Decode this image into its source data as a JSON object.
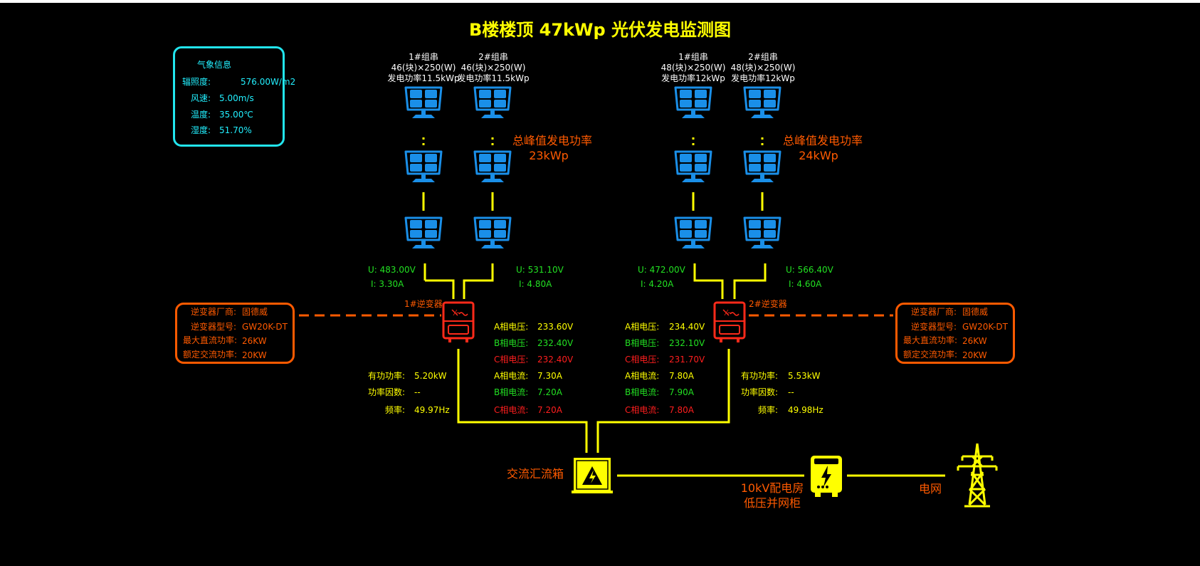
{
  "title": "B楼楼顶 47kWp 光伏发电监测图",
  "colors": {
    "background": "#000000",
    "title": "#ffff00",
    "line": "#ffff00",
    "panel": "#1a8fe8",
    "inverter": "#ff2a1a",
    "orange": "#ff5a00",
    "cyan": "#22f0ff",
    "green": "#22e022",
    "red": "#ff1e1e"
  },
  "weather": {
    "heading": "气象信息",
    "irradiance_label": "辐照度:",
    "irradiance_value": "576.00W/m2",
    "wind_label": "风速:",
    "wind_value": "5.00m/s",
    "temp_label": "温度:",
    "temp_value": "35.00℃",
    "humidity_label": "湿度:",
    "humidity_value": "51.70%"
  },
  "left_group": {
    "string1": {
      "name": "1#组串",
      "spec": "46(块)×250(W)",
      "power": "发电功率11.5kWp"
    },
    "string2": {
      "name": "2#组串",
      "spec": "46(块)×250(W)",
      "power": "发电功率11.5kWp"
    },
    "peak_label": "总峰值发电功率",
    "peak_value": "23kWp",
    "u1": "U: 483.00V",
    "i1": "I:  3.30A",
    "u2": "U: 531.10V",
    "i2": "I:  4.80A",
    "inverter_name": "1#逆变器",
    "info": {
      "maker_label": "逆变器厂商:",
      "maker_value": "固德威",
      "model_label": "逆变器型号:",
      "model_value": "GW20K-DT",
      "maxdc_label": "最大直流功率:",
      "maxdc_value": "26KW",
      "ratedac_label": "额定交流功率:",
      "ratedac_value": "20KW"
    },
    "active_label": "有功功率:",
    "active_value": "5.20kW",
    "pf_label": "功率因数:",
    "pf_value": "--",
    "freq_label": "频率:",
    "freq_value": "49.97Hz",
    "va_label": "A相电压:",
    "va_value": "233.60V",
    "vb_label": "B相电压:",
    "vb_value": "232.40V",
    "vc_label": "C相电压:",
    "vc_value": "232.40V",
    "ia_label": "A相电流:",
    "ia_value": "7.30A",
    "ib_label": "B相电流:",
    "ib_value": "7.20A",
    "ic_label": "C相电流:",
    "ic_value": "7.20A"
  },
  "right_group": {
    "string1": {
      "name": "1#组串",
      "spec": "48(块)×250(W)",
      "power": "发电功率12kWp"
    },
    "string2": {
      "name": "2#组串",
      "spec": "48(块)×250(W)",
      "power": "发电功率12kWp"
    },
    "peak_label": "总峰值发电功率",
    "peak_value": "24kWp",
    "u1": "U: 472.00V",
    "i1": "I:  4.20A",
    "u2": "U: 566.40V",
    "i2": "I:  4.60A",
    "inverter_name": "2#逆变器",
    "info": {
      "maker_label": "逆变器厂商:",
      "maker_value": "固德威",
      "model_label": "逆变器型号:",
      "model_value": "GW20K-DT",
      "maxdc_label": "最大直流功率:",
      "maxdc_value": "26KW",
      "ratedac_label": "额定交流功率:",
      "ratedac_value": "20KW"
    },
    "active_label": "有功功率:",
    "active_value": "5.53kW",
    "pf_label": "功率因数:",
    "pf_value": "--",
    "freq_label": "频率:",
    "freq_value": "49.98Hz",
    "va_label": "A相电压:",
    "va_value": "234.40V",
    "vb_label": "B相电压:",
    "vb_value": "232.10V",
    "vc_label": "C相电压:",
    "vc_value": "231.70V",
    "ia_label": "A相电流:",
    "ia_value": "7.80A",
    "ib_label": "B相电流:",
    "ib_value": "7.90A",
    "ic_label": "C相电流:",
    "ic_value": "7.80A"
  },
  "combiner_label": "交流汇流箱",
  "distribution_label1": "10kV配电房",
  "distribution_label2": "低压并网柜",
  "grid_label": "电网"
}
